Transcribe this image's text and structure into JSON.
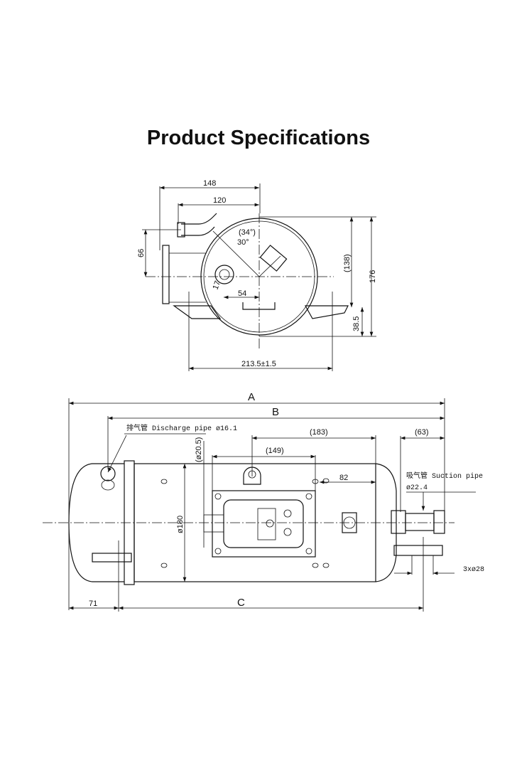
{
  "title": "Product Specifications",
  "top_view": {
    "dim_148": "148",
    "dim_120": "120",
    "dim_66": "66",
    "dim_34deg": "(34°)",
    "dim_30deg": "30°",
    "dim_17": "17",
    "dim_54": "54",
    "dim_138": "(138)",
    "dim_176": "176",
    "dim_38_5": "38.5",
    "dim_213_5": "213.5±1.5"
  },
  "side_view": {
    "dim_A": "A",
    "dim_B": "B",
    "dim_C": "C",
    "dim_71": "71",
    "dim_183": "(183)",
    "dim_149": "(149)",
    "dim_63": "(63)",
    "dim_82": "82",
    "dim_phi20_5": "(ø20.5)",
    "dim_phi180": "ø180",
    "discharge_label": "排气管 Discharge pipe ø16.1",
    "suction_label": "吸气管 Suction pipe",
    "suction_dia": "ø22.4",
    "mount_holes": "3xø28"
  }
}
